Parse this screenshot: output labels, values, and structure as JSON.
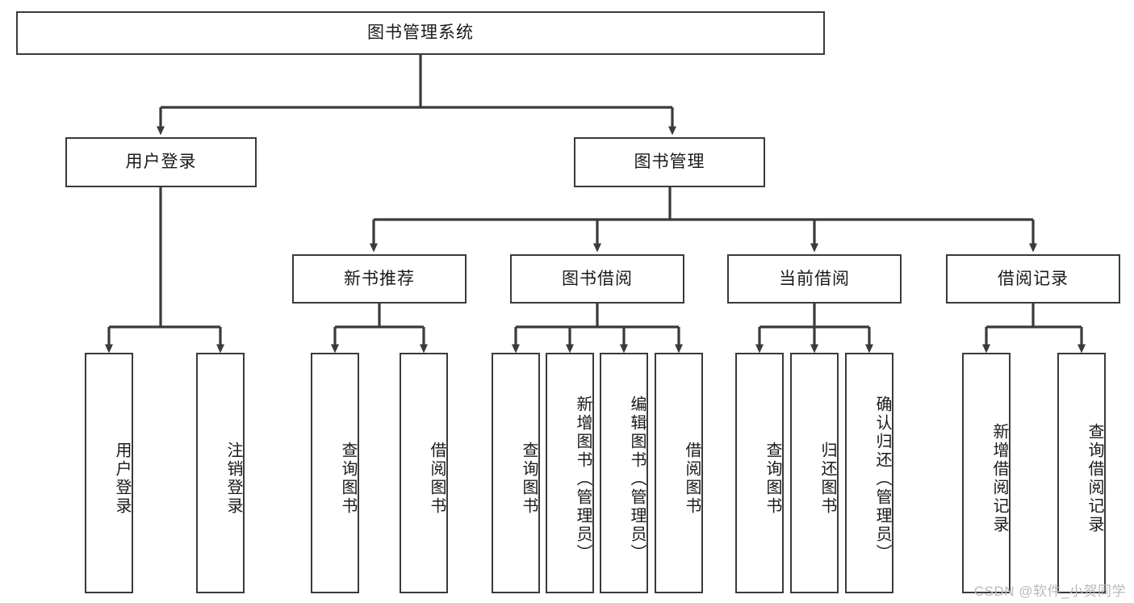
{
  "diagram": {
    "title": "图书管理系统",
    "type": "hierarchy-tree",
    "watermark": "CSDN @软件_小贺同学",
    "colors": {
      "background": "#ffffff",
      "box_border": "#3a3a3a",
      "box_fill": "#ffffff",
      "text": "#1a1a1a",
      "connector": "#3a3a3a",
      "watermark": "#b9b9b9"
    },
    "levels": {
      "root": {
        "label": "图书管理系统"
      },
      "level2": [
        {
          "label": "用户登录"
        },
        {
          "label": "图书管理"
        }
      ],
      "level3": [
        {
          "label": "新书推荐"
        },
        {
          "label": "图书借阅"
        },
        {
          "label": "当前借阅"
        },
        {
          "label": "借阅记录"
        }
      ],
      "leaves": [
        {
          "label": "用户登录",
          "parent": "用户登录"
        },
        {
          "label": "注销登录",
          "parent": "用户登录"
        },
        {
          "label": "查询图书",
          "parent": "新书推荐"
        },
        {
          "label": "借阅图书",
          "parent": "新书推荐"
        },
        {
          "label": "查询图书",
          "parent": "图书借阅"
        },
        {
          "label": "新增图书（管理员）",
          "parent": "图书借阅"
        },
        {
          "label": "编辑图书（管理员）",
          "parent": "图书借阅"
        },
        {
          "label": "借阅图书",
          "parent": "图书借阅"
        },
        {
          "label": "查询图书",
          "parent": "当前借阅"
        },
        {
          "label": "归还图书",
          "parent": "当前借阅"
        },
        {
          "label": "确认归还（管理员）",
          "parent": "当前借阅"
        },
        {
          "label": "新增借阅记录",
          "parent": "借阅记录"
        },
        {
          "label": "查询借阅记录",
          "parent": "借阅记录"
        }
      ]
    }
  }
}
